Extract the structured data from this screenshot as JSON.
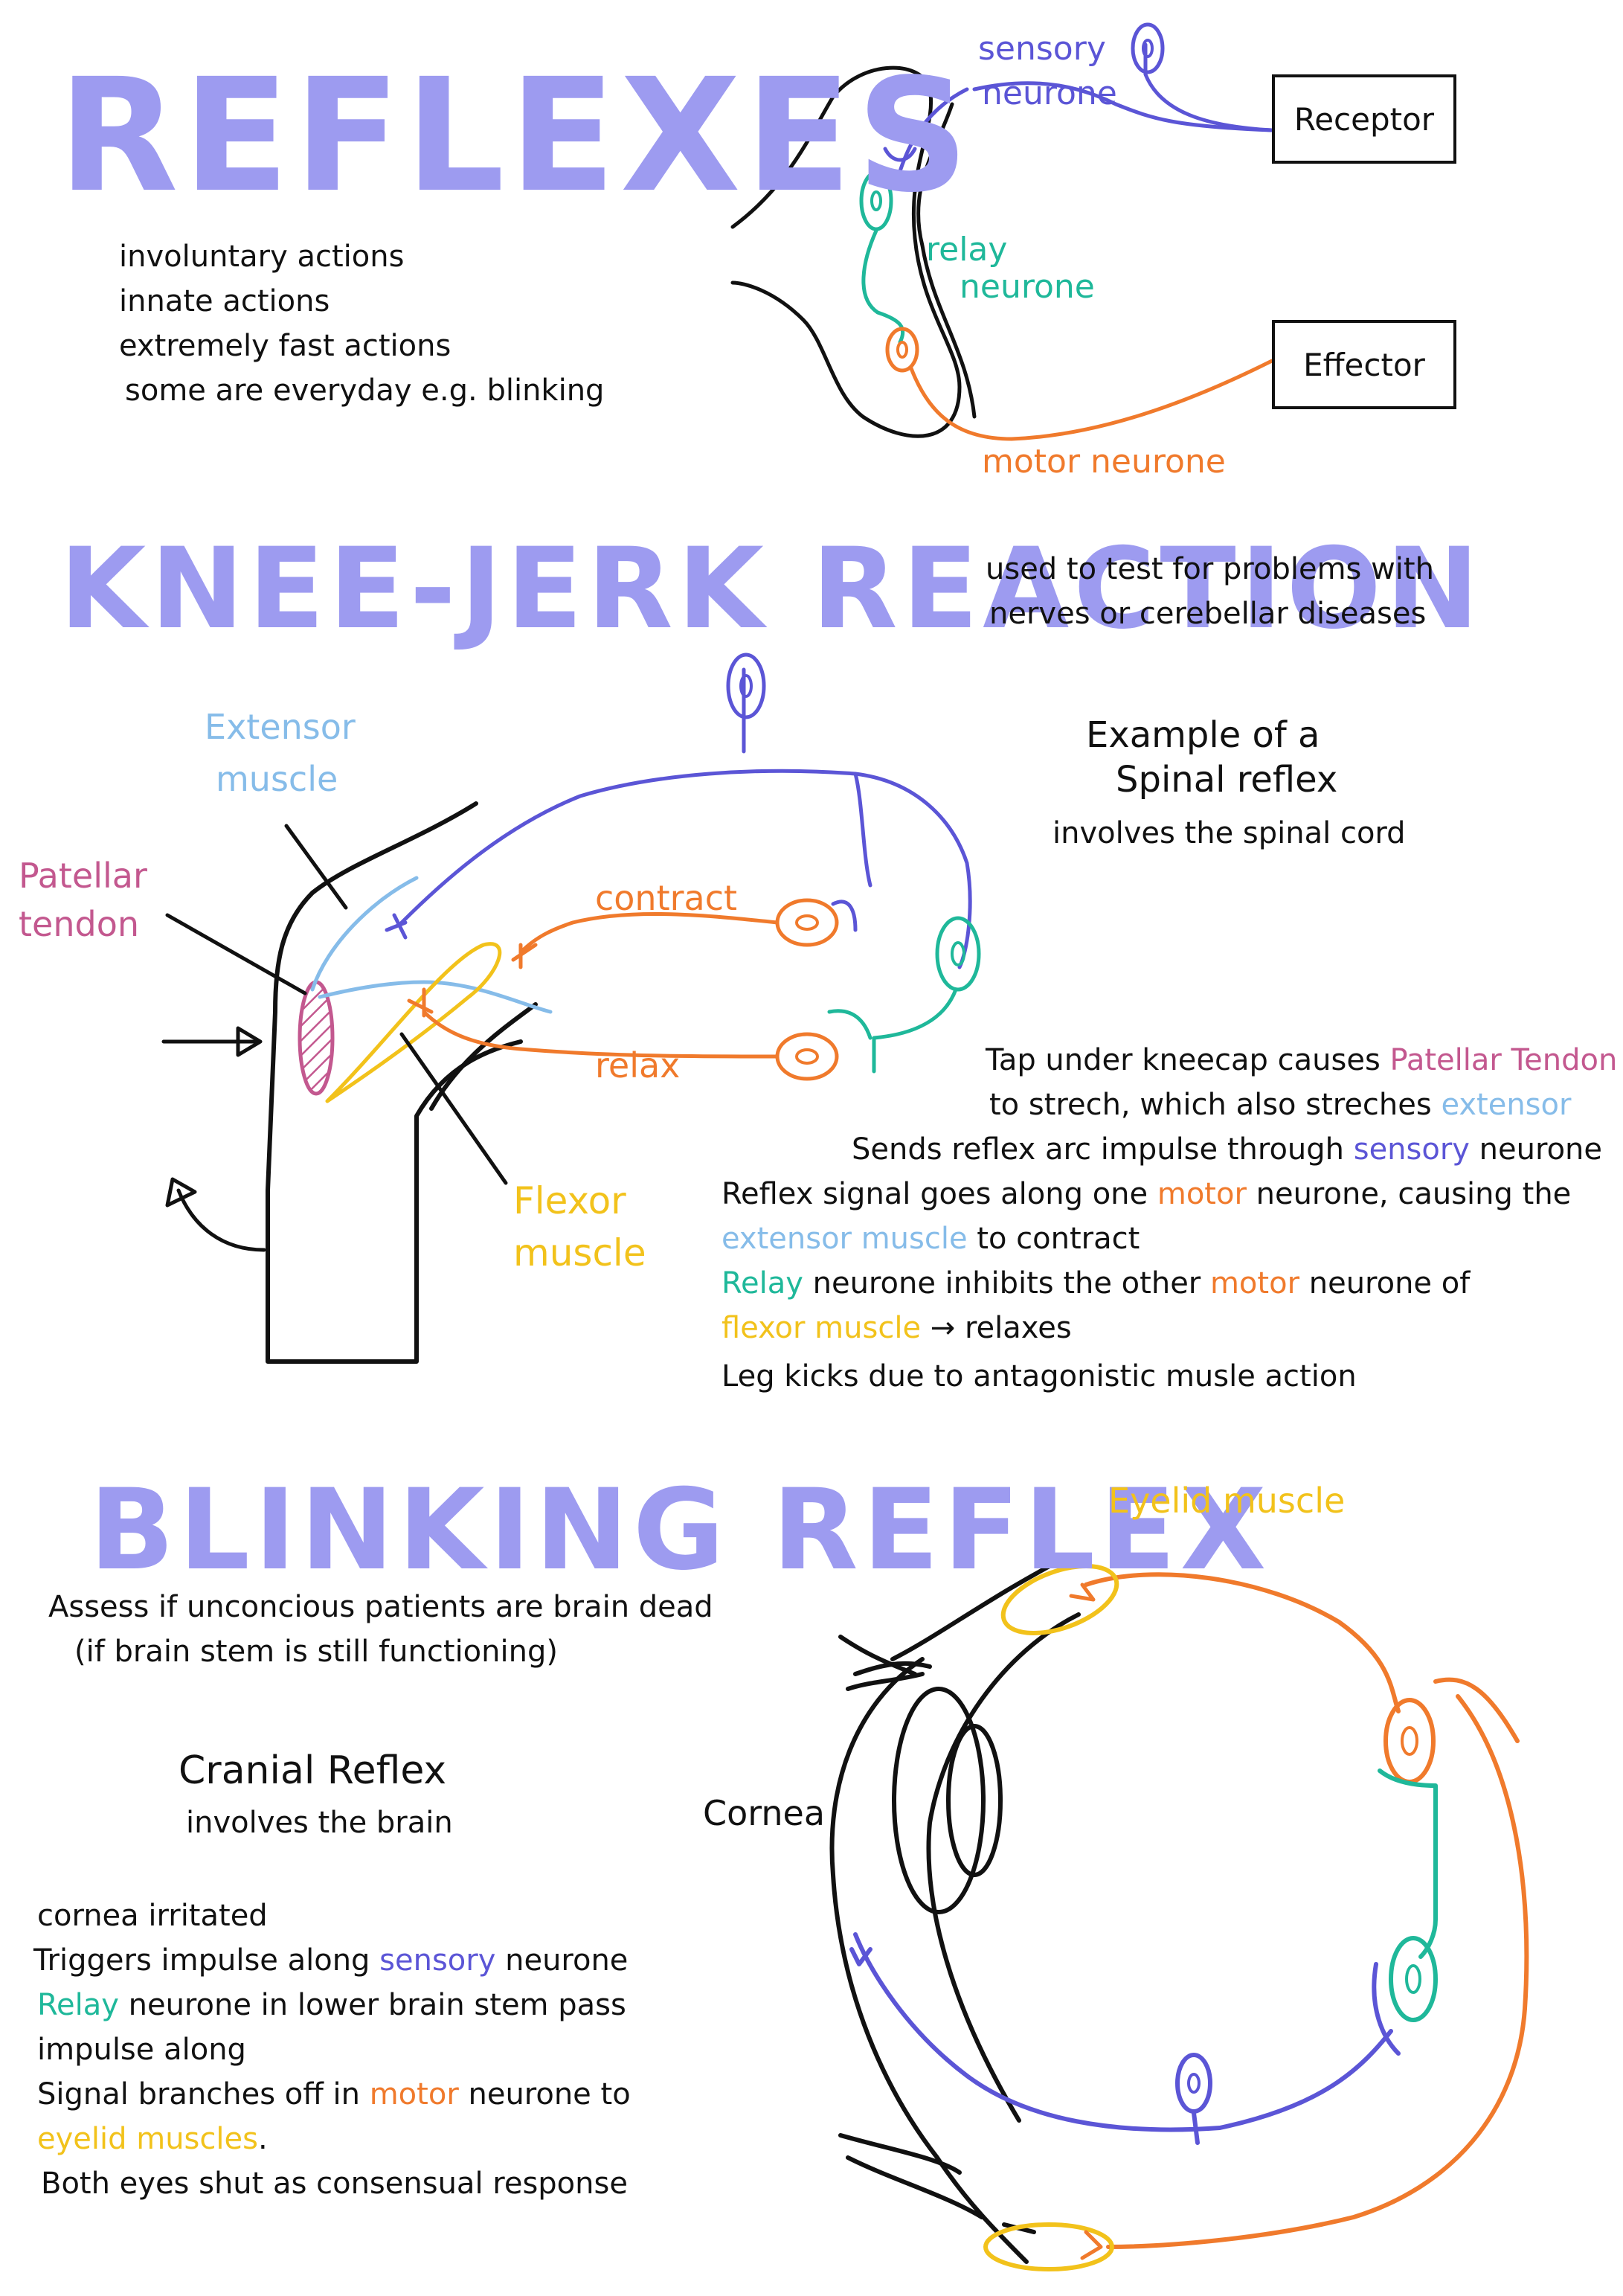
{
  "reflexes": {
    "title": "REFLEXES",
    "points": [
      "involuntary actions",
      "innate actions",
      "extremely fast actions",
      "some are everyday e.g. blinking"
    ],
    "diagram": {
      "sensory_label_1": "sensory",
      "sensory_label_2": "neurone",
      "relay_label_1": "relay",
      "relay_label_2": "neurone",
      "motor_label": "motor neurone",
      "receptor": "Receptor",
      "effector": "Effector"
    }
  },
  "knee_jerk": {
    "title": "KNEE-JERK REACTION",
    "desc_1": "used to test for problems with",
    "desc_2": "nerves or cerebellar diseases",
    "example_1": "Example of a",
    "example_2": "Spinal reflex",
    "example_3": "involves the spinal cord",
    "labels": {
      "extensor_1": "Extensor",
      "extensor_2": "muscle",
      "patellar_1": "Patellar",
      "patellar_2": "tendon",
      "flexor_1": "Flexor",
      "flexor_2": "muscle",
      "contract": "contract",
      "relax": "relax"
    },
    "steps": {
      "s1a": "Tap under kneecap causes ",
      "s1b": "Patellar Tendon",
      "s2a": "to strech, which also streches ",
      "s2b": "extensor",
      "s3a": "Sends reflex arc impulse through ",
      "s3b": "sensory",
      "s3c": " neurone",
      "s4a": "Reflex signal goes along one ",
      "s4b": "motor",
      "s4c": " neurone, causing the",
      "s5a": "extensor muscle",
      "s5b": " to contract",
      "s6a": "Relay",
      "s6b": " neurone inhibits the other ",
      "s6c": "motor",
      "s6d": " neurone of",
      "s7a": "flexor muscle",
      "s7b": " → relaxes",
      "s8": "Leg kicks due to antagonistic musle action"
    }
  },
  "blinking": {
    "title": "BLINKING REFLEX",
    "assess_1": "Assess if unconcious patients are brain dead",
    "assess_2": "(if brain stem is still functioning)",
    "cranial_1": "Cranial Reflex",
    "cranial_2": "involves the brain",
    "eyelid": "Eyelid muscle",
    "cornea": "Cornea",
    "steps": {
      "s1": "cornea irritated",
      "s2a": "Triggers impulse along ",
      "s2b": "sensory",
      "s2c": " neurone",
      "s3a": "Relay",
      "s3b": " neurone in lower brain stem pass",
      "s4": "impulse along",
      "s5a": "Signal branches off in ",
      "s5b": "motor",
      "s5c": " neurone to",
      "s6a": "eyelid muscles",
      "s6b": ".",
      "s7": "Both eyes shut as consensual response"
    }
  },
  "colors": {
    "title": "#9d9bf0",
    "sensory": "#5b55d6",
    "relay": "#1fb89a",
    "motor": "#f07a2c",
    "flexor": "#f2c21b",
    "extensor": "#86bce9",
    "tendon": "#c3588f"
  }
}
